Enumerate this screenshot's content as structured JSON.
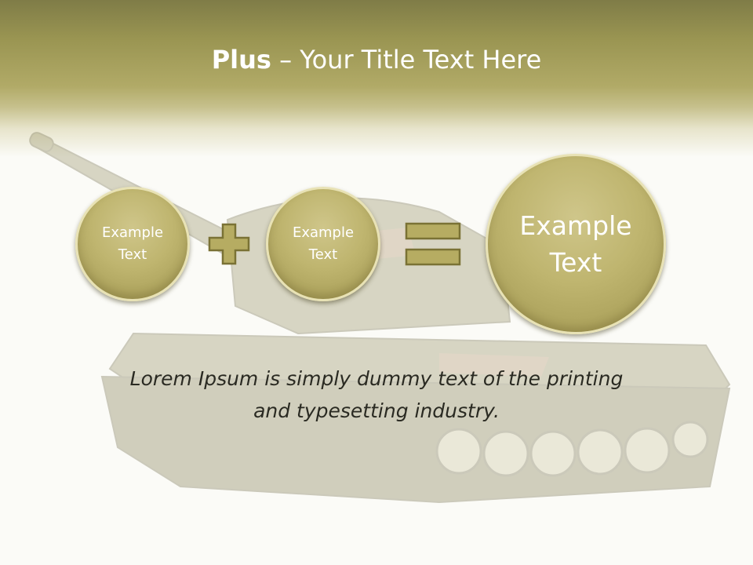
{
  "slide": {
    "title_bold": "Plus",
    "title_rest": " – Your Title Text Here",
    "circles": [
      {
        "label": "Example\nText"
      },
      {
        "label": "Example\nText"
      },
      {
        "label": "Example\nText"
      }
    ],
    "operators": {
      "plus_icon": "plus-icon",
      "equals_icon": "equals-icon"
    },
    "body_text": "Lorem Ipsum is simply dummy text of the printing\nand typesetting industry.",
    "colors": {
      "accent": "#b1aa67",
      "circle_fill": "#bfb56f",
      "operator_fill": "#b6ac62",
      "operator_stroke": "#7a7235"
    }
  }
}
